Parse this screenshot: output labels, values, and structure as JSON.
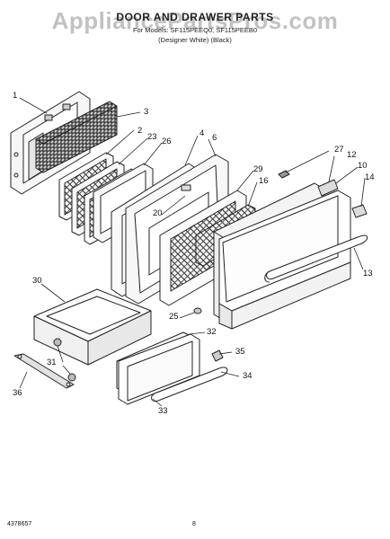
{
  "watermark": "AppliancePartsPros.com",
  "header": {
    "title": "DOOR AND DRAWER PARTS",
    "subtitle_models": "For Models: SF115PEEQ0, SF115PEEB0",
    "subtitle_colors": "(Designer White)   (Black)"
  },
  "callouts": [
    "1",
    "2",
    "3",
    "4",
    "6",
    "10",
    "12",
    "13",
    "14",
    "16",
    "20",
    "23",
    "25",
    "26",
    "27",
    "29",
    "30",
    "31",
    "32",
    "33",
    "34",
    "35",
    "36"
  ],
  "footer": {
    "doc_number": "4378657",
    "page_number": "8"
  }
}
